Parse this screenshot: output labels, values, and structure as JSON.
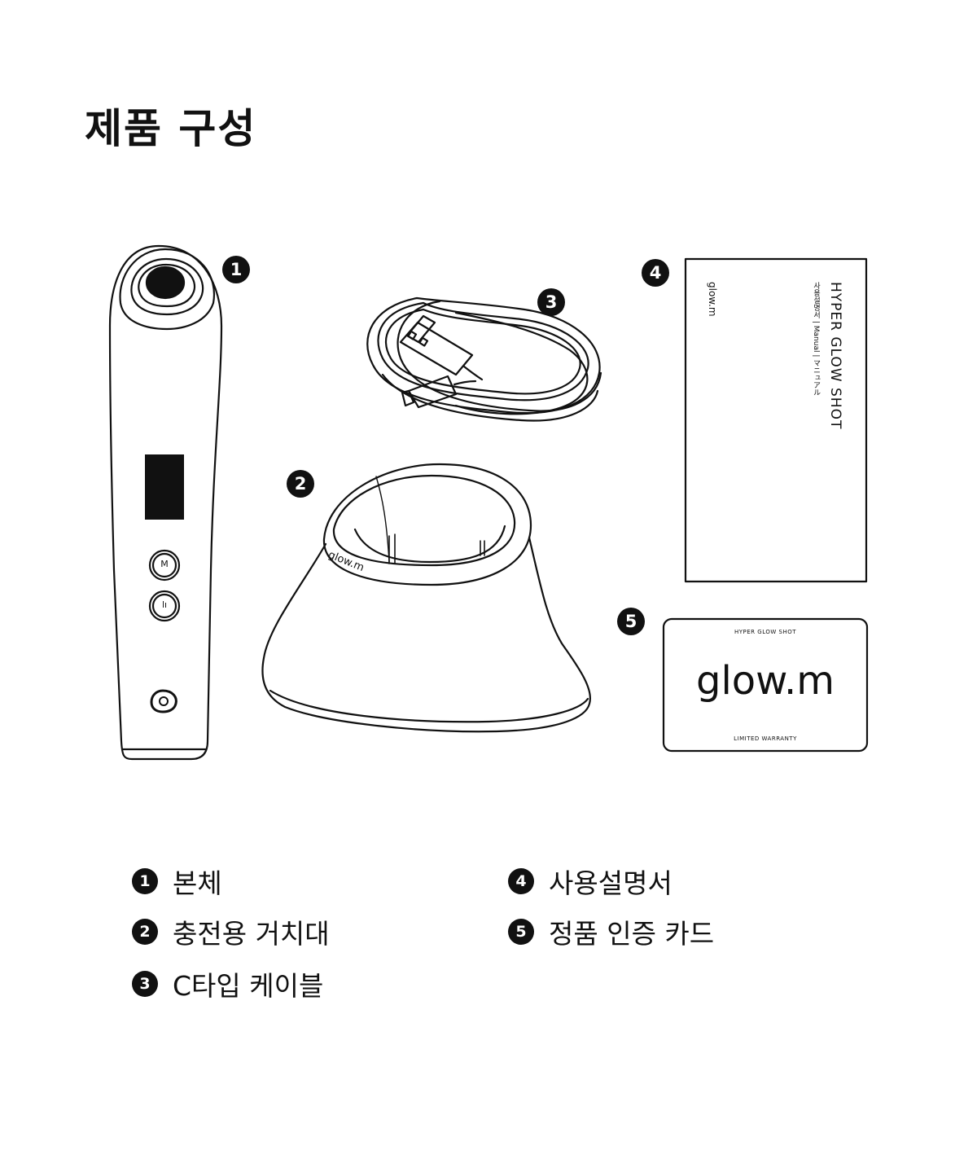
{
  "title": "제품 구성",
  "numbers": [
    "1",
    "2",
    "3",
    "4",
    "5"
  ],
  "device": {
    "button_m": "M",
    "button_level": "lı"
  },
  "stand": {
    "brand": "glow.m"
  },
  "manual": {
    "brand": "glow.m",
    "title": "HYPER GLOW SHOT",
    "subtitle": "사용설명서 | Manual | マニュアル"
  },
  "card": {
    "top": "HYPER GLOW SHOT",
    "logo": "glow.m",
    "bottom": "LIMITED WARRANTY"
  },
  "legend": [
    {
      "num": "1",
      "label": "본체"
    },
    {
      "num": "2",
      "label": "충전용 거치대"
    },
    {
      "num": "3",
      "label": "C타입 케이블"
    },
    {
      "num": "4",
      "label": "사용설명서"
    },
    {
      "num": "5",
      "label": "정품 인증 카드"
    }
  ]
}
